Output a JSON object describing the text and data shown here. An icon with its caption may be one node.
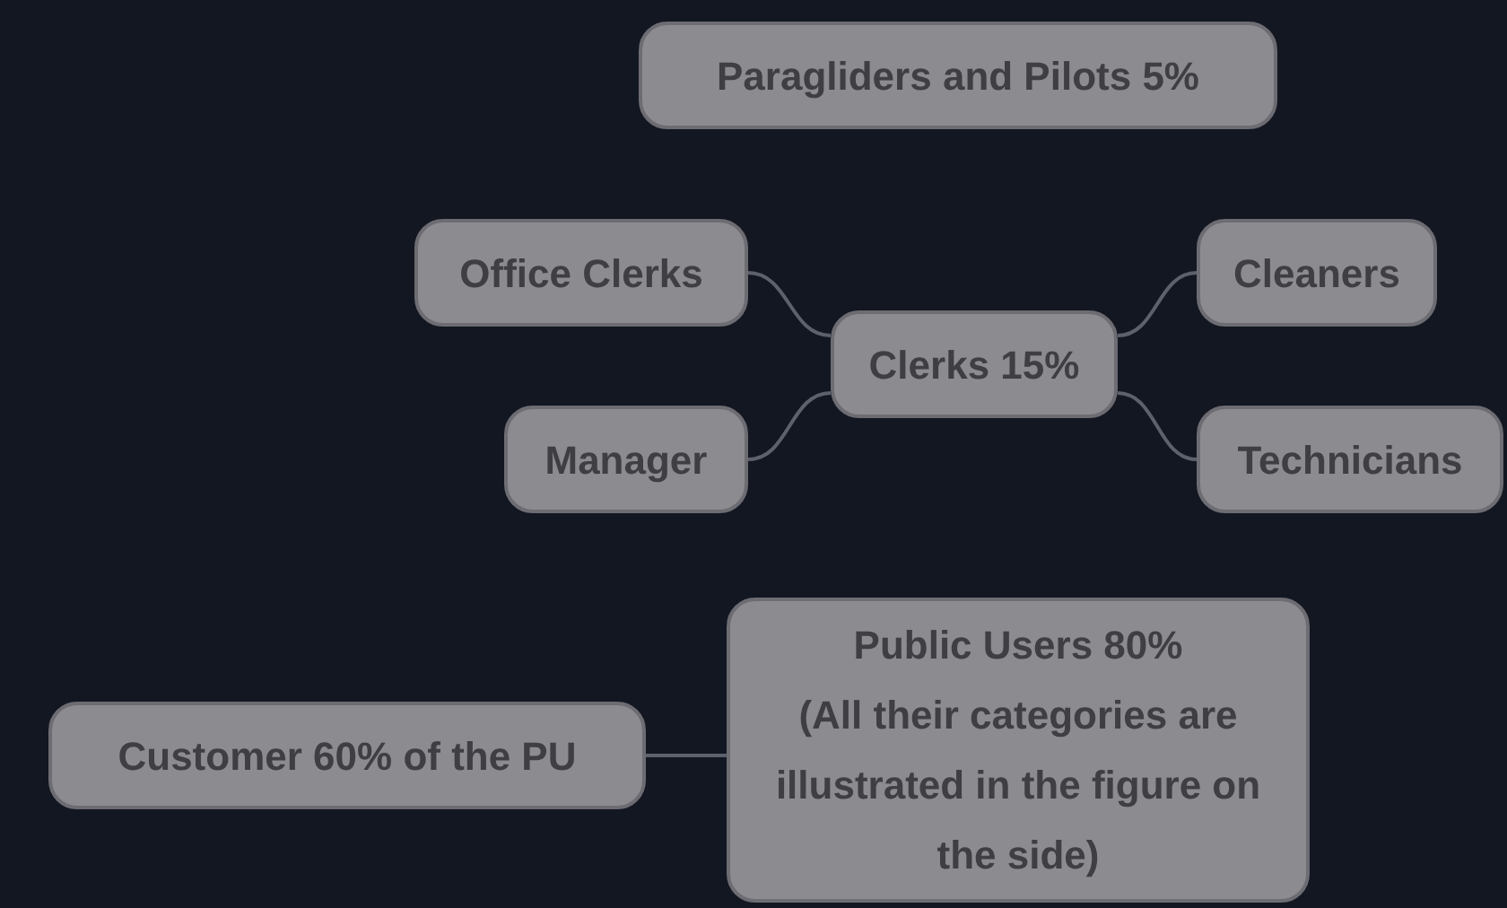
{
  "diagram": {
    "nodes": [
      {
        "text": [
          "Paragliders and Pilots 5%"
        ]
      },
      {
        "text": [
          "Office Clerks"
        ]
      },
      {
        "text": [
          "Clerks 15%"
        ]
      },
      {
        "text": [
          "Cleaners"
        ]
      },
      {
        "text": [
          "Manager"
        ]
      },
      {
        "text": [
          "Technicians"
        ]
      },
      {
        "text": [
          "Public Users 80%",
          "(All their categories are illustrated in the figure on the side)"
        ]
      },
      {
        "text": [
          "Customer 60% of the PU"
        ]
      }
    ],
    "edges": [
      {
        "from": 2,
        "to": 1,
        "arrow": "none"
      },
      {
        "from": 2,
        "to": 3,
        "arrow": "none"
      },
      {
        "from": 2,
        "to": 4,
        "arrow": "none"
      },
      {
        "from": 2,
        "to": 5,
        "arrow": "none"
      },
      {
        "from": 6,
        "to": 7,
        "arrow": "none"
      }
    ]
  }
}
